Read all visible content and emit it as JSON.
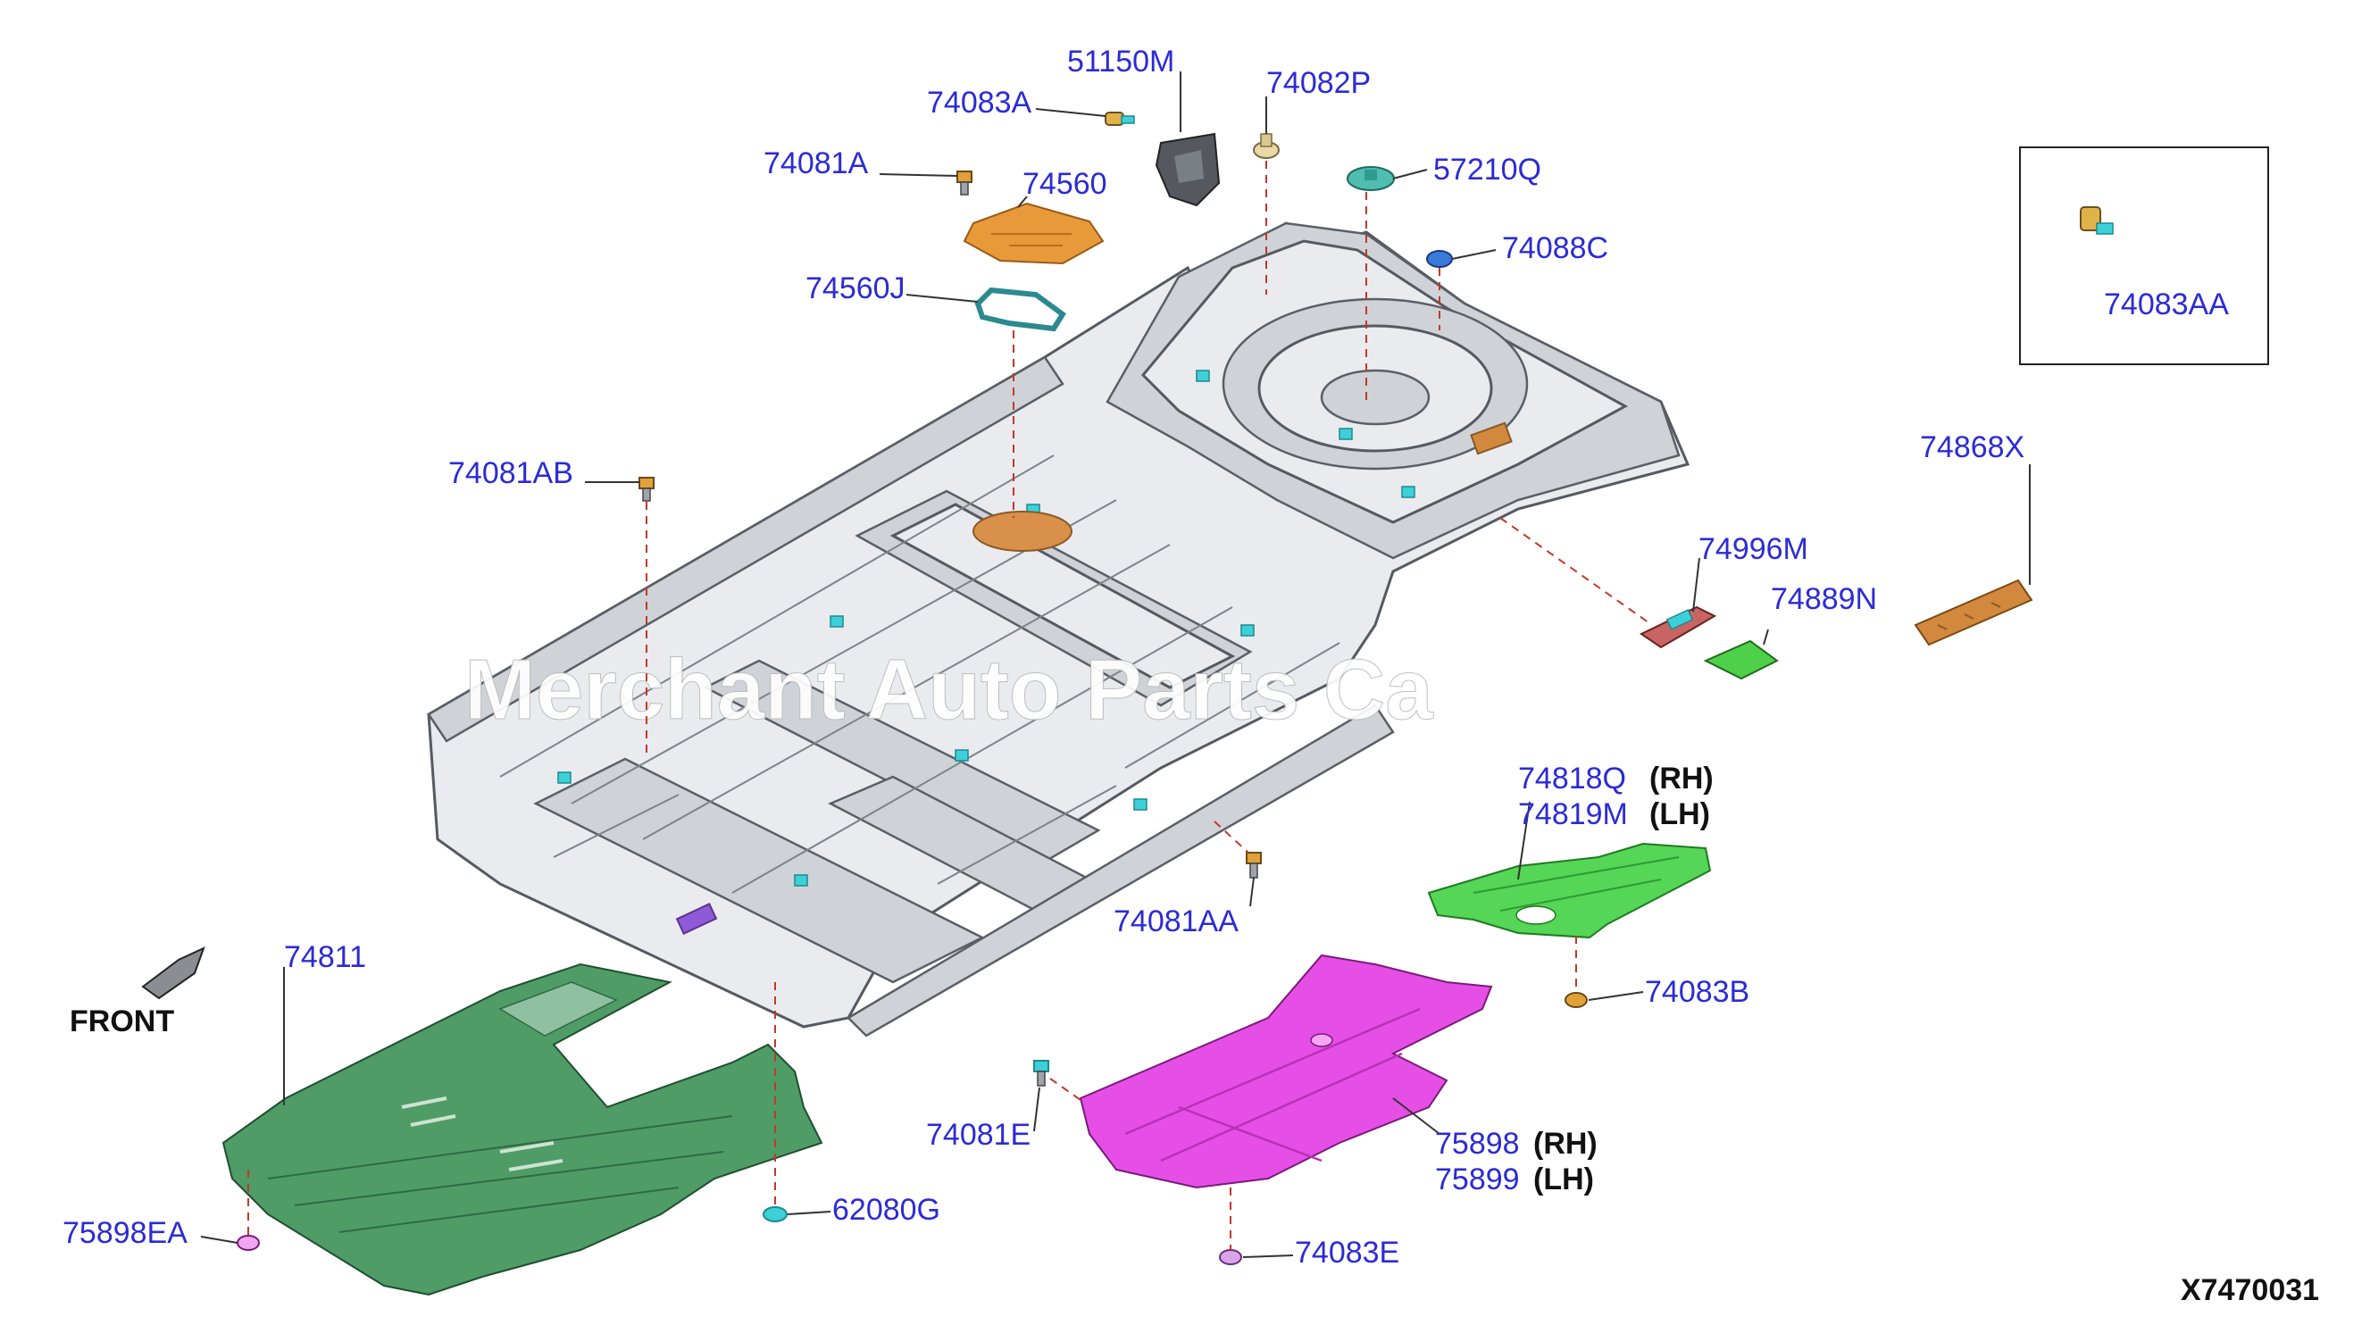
{
  "colors": {
    "label_blue": "#2b2bd6",
    "front_cover": "#4f9c66",
    "rear_cover_rh_lh": "#e64fe6",
    "mid_cover": "#55d656",
    "insulator": "#e89a3a",
    "grommet": "#2b8a8f",
    "pad": "#d2883d",
    "floor_panel": "#e9ebee",
    "leader_dash": "#c0392b"
  },
  "watermark": "Merchant Auto Parts Ca",
  "front_label": "FRONT",
  "diagram_id": "X7470031",
  "labels": {
    "p51150M": "51150M",
    "p74082P": "74082P",
    "p74083A": "74083A",
    "p74081A": "74081A",
    "p74560": "74560",
    "p57210Q": "57210Q",
    "p74088C": "74088C",
    "p74560J": "74560J",
    "p74083AA": "74083AA",
    "p74868X": "74868X",
    "p74081AB": "74081AB",
    "p74996M": "74996M",
    "p74889N": "74889N",
    "p74818Q": "74818Q",
    "p74819M": "74819M",
    "p74081AA": "74081AA",
    "p74811": "74811",
    "p74083B": "74083B",
    "p74081E": "74081E",
    "p75898": "75898",
    "p75899": "75899",
    "p75898EA": "75898EA",
    "p62080G": "62080G",
    "p74083E": "74083E"
  },
  "sides": {
    "rh1": "(RH)",
    "lh1": "(LH)",
    "rh2": "(RH)",
    "lh2": "(LH)"
  }
}
